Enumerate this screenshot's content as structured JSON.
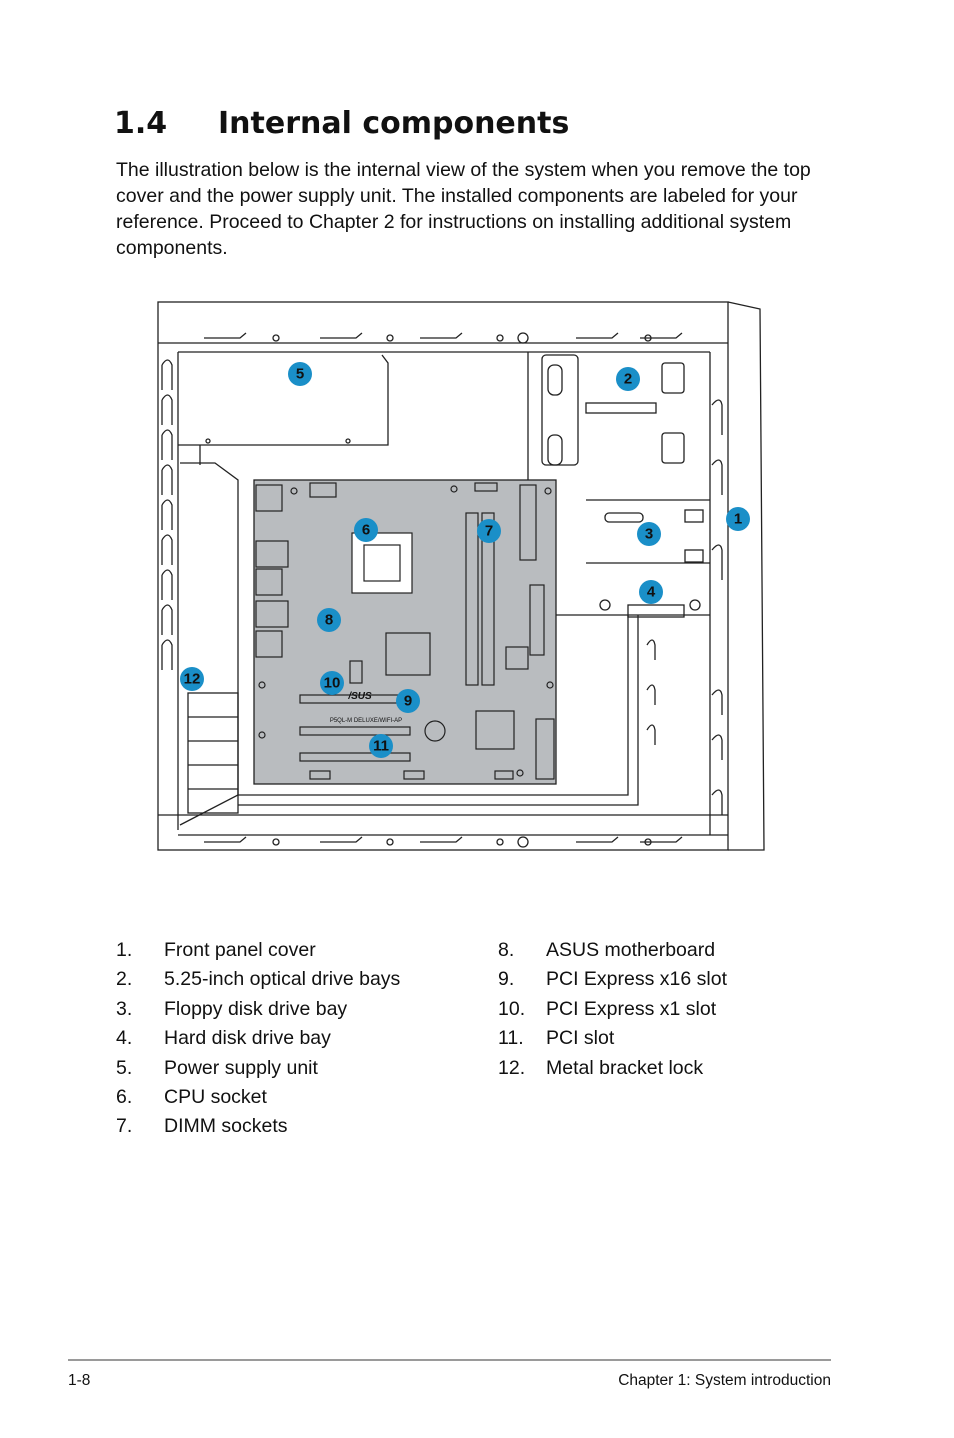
{
  "section": {
    "number": "1.4",
    "title": "Internal components"
  },
  "intro": "The illustration below is the internal view of the system when you remove the top cover and the power supply unit. The installed components are labeled for your reference. Proceed to Chapter 2 for instructions on installing additional system components.",
  "figure": {
    "logo_text": "/SUS",
    "board_model": "P5QL-M DELUXE/WIFI-AP",
    "callout_color": "#1a8fc8",
    "callouts": [
      "1",
      "2",
      "3",
      "4",
      "5",
      "6",
      "7",
      "8",
      "9",
      "10",
      "11",
      "12"
    ]
  },
  "legend_left": [
    {
      "n": "1.",
      "label": "Front panel cover"
    },
    {
      "n": "2.",
      "label": "5.25-inch optical drive bays"
    },
    {
      "n": "3.",
      "label": "Floppy disk drive bay"
    },
    {
      "n": "4.",
      "label": "Hard disk drive bay"
    },
    {
      "n": "5.",
      "label": "Power supply unit"
    },
    {
      "n": "6.",
      "label": "CPU socket"
    },
    {
      "n": "7.",
      "label": "DIMM sockets"
    }
  ],
  "legend_right": [
    {
      "n": "8.",
      "label": "ASUS motherboard"
    },
    {
      "n": "9.",
      "label": "PCI Express x16 slot"
    },
    {
      "n": "10.",
      "label": "PCI Express x1 slot"
    },
    {
      "n": "11.",
      "label": "PCI slot"
    },
    {
      "n": "12.",
      "label": "Metal bracket lock"
    }
  ],
  "footer": {
    "page": "1-8",
    "chapter": "Chapter 1: System introduction"
  }
}
